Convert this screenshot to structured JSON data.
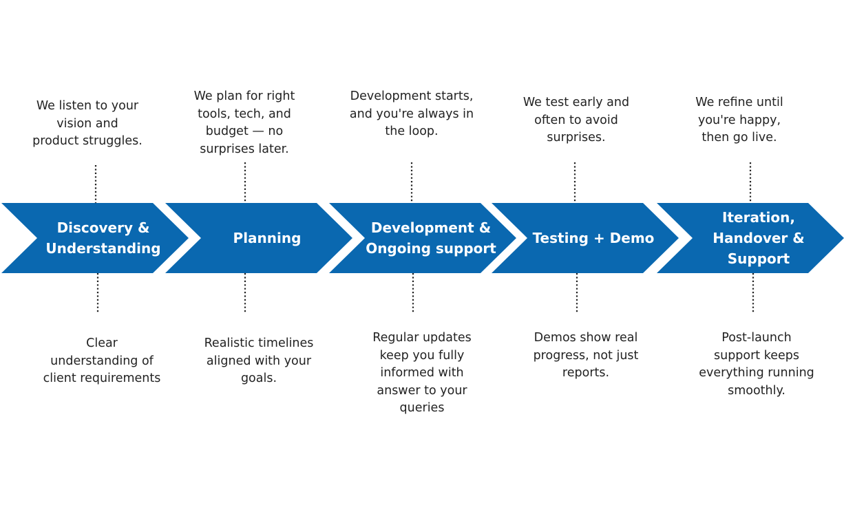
{
  "colors": {
    "chevron": "#0a68b0",
    "label": "#ffffff",
    "text": "#222222",
    "connector": "#222222"
  },
  "stages": [
    {
      "label_lines": [
        "Discovery &",
        "Understanding"
      ],
      "top_text": "We listen to your\nvision and\nproduct struggles.",
      "bottom_text": "Clear\nunderstanding  of\nclient requirements"
    },
    {
      "label_lines": [
        "Planning"
      ],
      "top_text": "We plan for right\ntools, tech, and\nbudget — no\nsurprises later.",
      "bottom_text": "Realistic timelines\naligned with your\ngoals."
    },
    {
      "label_lines": [
        "Development &",
        "Ongoing support"
      ],
      "top_text": "Development starts,\nand you're always in\nthe loop.",
      "bottom_text": "Regular updates\nkeep you fully\ninformed with\nanswer to your\nqueries"
    },
    {
      "label_lines": [
        "Testing  + Demo"
      ],
      "top_text": "We test early and\noften to avoid\nsurprises.",
      "bottom_text": "Demos show real\nprogress, not just\nreports."
    },
    {
      "label_lines": [
        "Iteration,",
        "Handover &",
        "Support"
      ],
      "top_text": "We refine until\nyou're happy,\nthen go live.",
      "bottom_text": "Post-launch\nsupport keeps\neverything running\nsmoothly."
    }
  ]
}
